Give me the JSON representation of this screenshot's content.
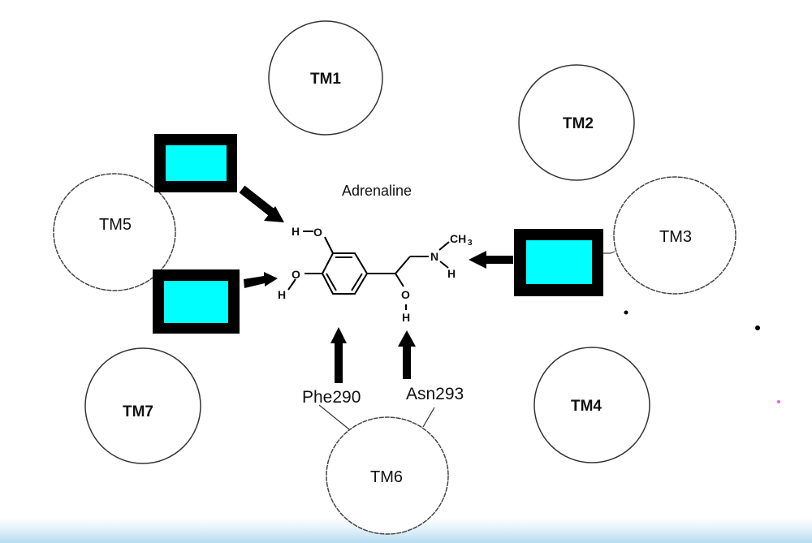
{
  "diagram": {
    "molecule": {
      "name": "Adrenaline",
      "atoms": {
        "h_top": "H",
        "o_top": "O",
        "o_left": "O",
        "h_left": "H",
        "o_mid": "O",
        "h_mid": "H",
        "n": "N",
        "h_n": "H",
        "ch3": "CH",
        "ch3_sub": "3"
      }
    },
    "helices": [
      {
        "id": "TM1",
        "label": "TM1",
        "style": "bold"
      },
      {
        "id": "TM2",
        "label": "TM2",
        "style": "bold"
      },
      {
        "id": "TM3",
        "label": "TM3",
        "style": "regular"
      },
      {
        "id": "TM4",
        "label": "TM4",
        "style": "bold"
      },
      {
        "id": "TM5",
        "label": "TM5",
        "style": "regular"
      },
      {
        "id": "TM6",
        "label": "TM6",
        "style": "regular"
      },
      {
        "id": "TM7",
        "label": "TM7",
        "style": "bold"
      }
    ],
    "residues": [
      {
        "label": "Phe290",
        "helix": "TM6"
      },
      {
        "label": "Asn293",
        "helix": "TM6"
      }
    ],
    "binding_sites": [
      {
        "id": "site-tm5-upper",
        "helix": "TM5",
        "target": "upper hydroxyl"
      },
      {
        "id": "site-tm5-lower",
        "helix": "TM5",
        "target": "lower hydroxyl"
      },
      {
        "id": "site-tm3",
        "helix": "TM3",
        "target": "amine"
      }
    ],
    "colors": {
      "site_fill": "#00ffff",
      "site_border": "#000000",
      "arrow": "#000000",
      "stray_dot_pink": "#e060f0",
      "footer_band": "#b7dcf2"
    }
  }
}
